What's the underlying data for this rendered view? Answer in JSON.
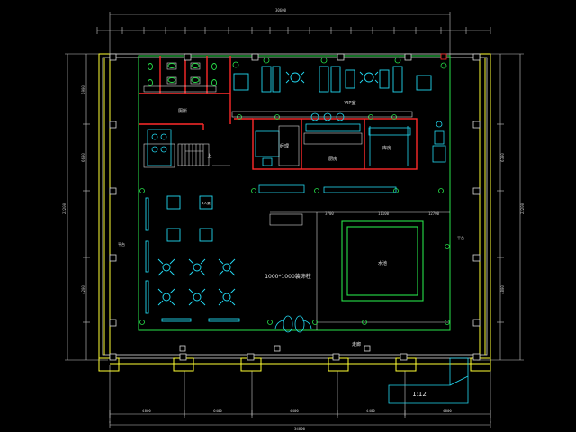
{
  "drawing": {
    "colors": {
      "background": "#000000",
      "wall": "#ff2a2a",
      "frame": "#d8d8d8",
      "column_frame": "#ffff33",
      "furniture": "#22d7f0",
      "greenery": "#27e24a",
      "dimension": "#c8c8c8"
    },
    "dimensions": {
      "overall_top": "30600",
      "overall_bottom": "34800",
      "left_total": "22200",
      "right_total": "22200",
      "left_span_1": "6900",
      "left_span_2": "6600",
      "left_span_3": "4200",
      "right_span_1": "6300",
      "right_span_2": "4800",
      "bottom_span_1": "4800",
      "bottom_span_2": "6400",
      "bottom_span_3": "4400",
      "bottom_span_4": "4400",
      "bottom_span_5": "4800",
      "partition_a": "3700",
      "partition_b": "11100",
      "partition_c": "12700"
    },
    "rooms": {
      "restroom": "厕所",
      "vip_rooms": "VIP室",
      "office": "经理",
      "kitchen": "厨房",
      "pantry": "库房",
      "stair_up": "上",
      "column_note": "1000*1000装饰柱",
      "pool": "水池",
      "walkway": "走廊",
      "terrace_left": "平台",
      "terrace_right": "平台",
      "ramp_slope": "1:12",
      "table_label": "4人桌"
    }
  }
}
